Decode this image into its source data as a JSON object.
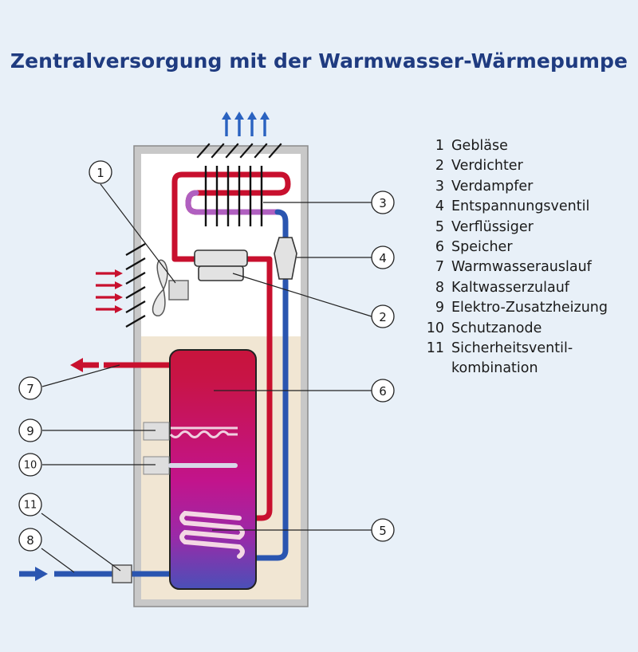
{
  "title": "Zentralversorgung mit der Warmwasser-Wärmepumpe",
  "colors": {
    "background": "#e8f0f8",
    "title": "#1f3b80",
    "hot_pipe": "#c8102e",
    "cold_pipe": "#2a55b0",
    "tank_top": "#c8143c",
    "tank_mid": "#c8147a",
    "tank_bottom": "#4a50b8",
    "lower_cabinet": "#f1e6d3"
  },
  "legend": [
    {
      "number": "1",
      "label": "Gebläse"
    },
    {
      "number": "2",
      "label": "Verdichter"
    },
    {
      "number": "3",
      "label": "Verdampfer"
    },
    {
      "number": "4",
      "label": "Entspannungsventil"
    },
    {
      "number": "5",
      "label": "Verflüssiger"
    },
    {
      "number": "6",
      "label": "Speicher"
    },
    {
      "number": "7",
      "label": "Warmwasserauslauf"
    },
    {
      "number": "8",
      "label": "Kaltwasserzulauf"
    },
    {
      "number": "9",
      "label": "Elektro-Zusatzheizung"
    },
    {
      "number": "10",
      "label": "Schutzanode"
    },
    {
      "number": "11",
      "label": "Sicherheitsventil-\nkombination"
    }
  ],
  "callouts": {
    "c1": "1",
    "c2": "2",
    "c3": "3",
    "c4": "4",
    "c5": "5",
    "c6": "6",
    "c7": "7",
    "c8": "8",
    "c9": "9",
    "c10": "10",
    "c11": "11"
  },
  "icons": {
    "fan": "fan-icon",
    "exhaust_arrows": "arrow-up-icon",
    "intake_arrows": "arrow-right-icon",
    "outlet_arrow": "arrow-left-icon",
    "inlet_arrow": "arrow-right-icon"
  }
}
